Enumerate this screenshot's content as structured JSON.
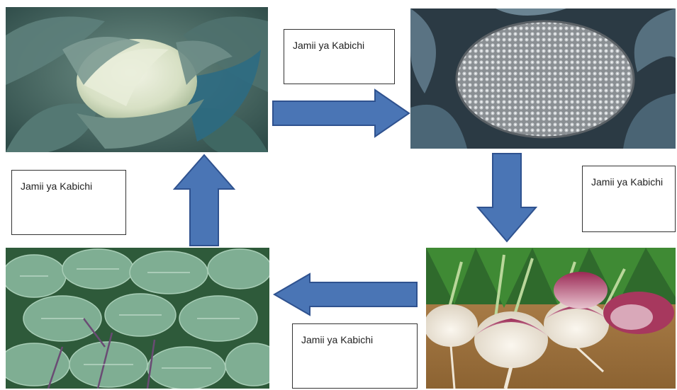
{
  "labels": {
    "top": "Jamii ya Kabichi",
    "right": "Jamii ya Kabichi",
    "bottom": "Jamii ya Kabichi",
    "left": "Jamii ya Kabichi"
  },
  "colors": {
    "arrow_fill": "#4a75b5",
    "arrow_stroke": "#2f528f",
    "label_border": "#333333"
  },
  "images": [
    {
      "name": "cabbage-photo",
      "icon": "cabbage-icon"
    },
    {
      "name": "broccoli-photo",
      "icon": "broccoli-icon"
    },
    {
      "name": "turnip-photo",
      "icon": "turnip-icon"
    },
    {
      "name": "kale-photo",
      "icon": "kale-icon"
    }
  ]
}
